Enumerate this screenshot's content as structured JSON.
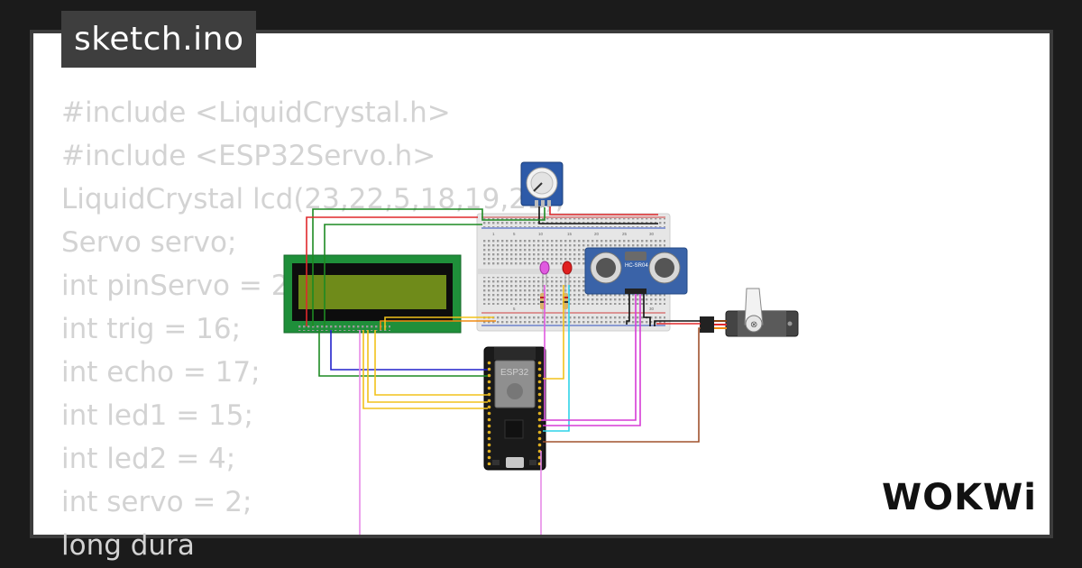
{
  "tab": {
    "filename": "sketch.ino"
  },
  "code": {
    "lines": [
      "#include <LiquidCrystal.h>",
      "#include <ESP32Servo.h>",
      "LiquidCrystal lcd(23,22,5,18,19,21);",
      "Servo servo;",
      "int pinServo = 2;",
      "int trig = 16;",
      "int echo = 17;",
      "int led1 = 15;",
      "int led2 = 4;",
      "int servo = 2;",
      "long dura"
    ]
  },
  "circuit": {
    "esp32_label": "ESP32",
    "ultrasonic_label": "HC-SR04",
    "breadboard_numbers": [
      "1",
      "5",
      "10",
      "15",
      "20",
      "25",
      "30"
    ],
    "colors": {
      "red": "#e0282c",
      "black": "#111111",
      "green": "#1d8a22",
      "blue": "#2222cc",
      "yellow": "#f2c21b",
      "orange": "#f08a10",
      "magenta": "#d63bd6",
      "cyan": "#2fd4e8",
      "brown": "#a0522d",
      "lcd_board": "#1f8f3a",
      "lcd_screen": "#6f8b1a",
      "sensor": "#3a63a8"
    }
  },
  "logo": {
    "text": "WOKWi"
  }
}
